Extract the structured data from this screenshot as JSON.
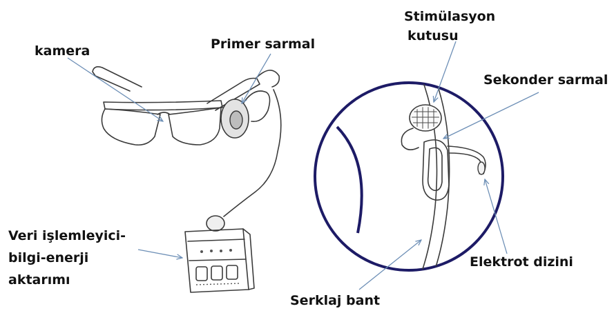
{
  "labels": {
    "camera": "kamera",
    "primary_coil": "Primer sarmal",
    "stimulation_box": [
      "Stimülasyon",
      "kutusu"
    ],
    "secondary_coil": "Sekonder sarmal",
    "processor": [
      "Veri işlemleyici-",
      "bilgi-enerji",
      "aktarımı"
    ],
    "electrode_array": "Elektrot dizini",
    "encircling_band": "Serklaj bant"
  },
  "colors": {
    "eyeball_outline": "#1d1b66",
    "pointer_arrows": "#6d8fb6",
    "sketch_ink": "#3a3a3a",
    "lens_shading": "#8e8e8e"
  }
}
